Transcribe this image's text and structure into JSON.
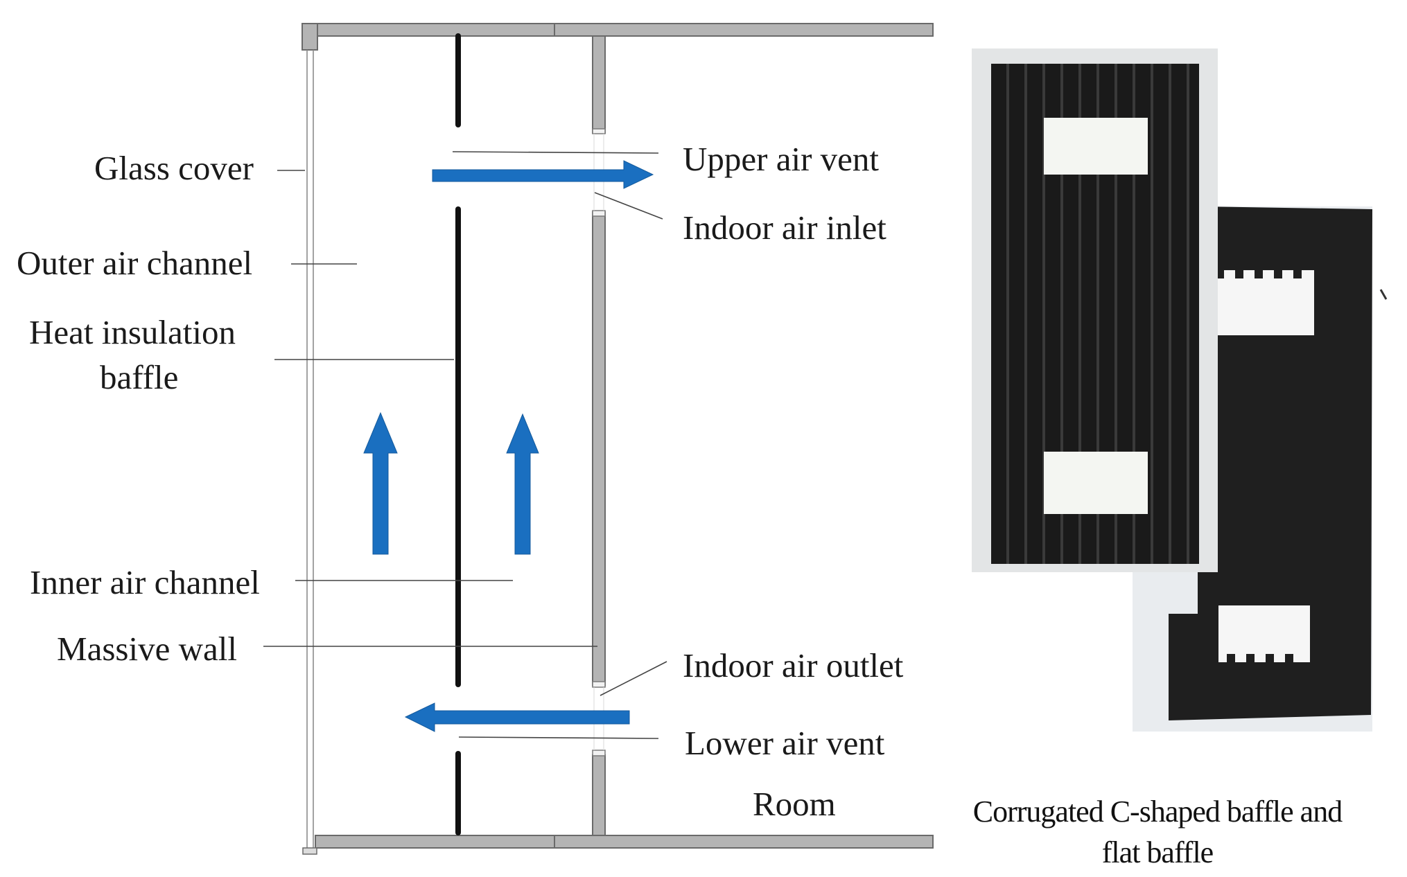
{
  "labels": {
    "glass_cover": "Glass cover",
    "outer_air_channel": "Outer air channel",
    "heat_insulation_baffle_line1": "Heat insulation",
    "heat_insulation_baffle_line2": "baffle",
    "inner_air_channel": "Inner air channel",
    "massive_wall": "Massive wall",
    "upper_air_vent": "Upper air vent",
    "indoor_air_inlet": "Indoor air inlet",
    "indoor_air_outlet": "Indoor air outlet",
    "lower_air_vent": "Lower air vent",
    "room": "Room"
  },
  "photo_caption": {
    "line1": "Corrugated C-shaped baffle and",
    "line2": "flat baffle"
  },
  "colors": {
    "arrow": "#1a6fc0",
    "wall": "#b4b4b4",
    "baffle": "#111111",
    "photo_black": "#1b1b1b"
  }
}
